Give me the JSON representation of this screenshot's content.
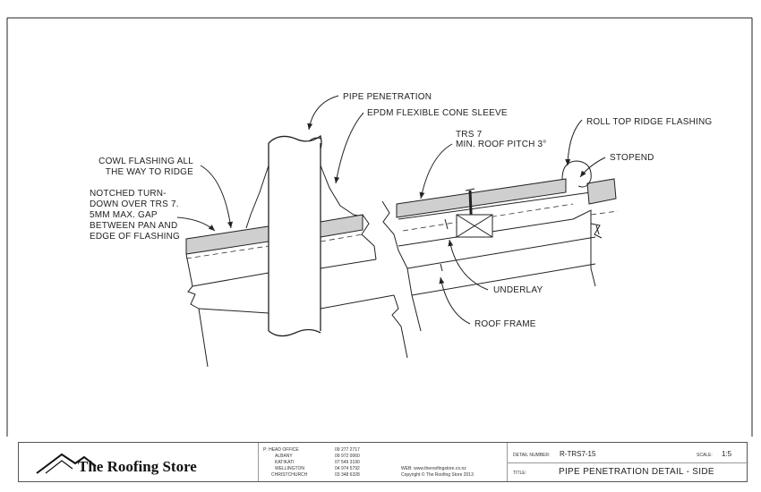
{
  "labels": {
    "pipe_penetration": "PIPE PENETRATION",
    "epdm_sleeve": "EPDM FLEXIBLE CONE SLEEVE",
    "roll_top": "ROLL TOP RIDGE FLASHING",
    "stopend": "STOPEND",
    "trs_line1": "TRS 7",
    "trs_line2": "MIN. ROOF PITCH 3°",
    "cowl_line1": "COWL FLASHING ALL",
    "cowl_line2": "THE WAY TO RIDGE",
    "notched_line1": "NOTCHED TURN-",
    "notched_line2": "DOWN OVER TRS 7.",
    "notched_line3": "5MM MAX. GAP",
    "notched_line4": "BETWEEN PAN AND",
    "notched_line5": "EDGE OF FLASHING",
    "underlay": "UNDERLAY",
    "roof_frame": "ROOF FRAME"
  },
  "title_block": {
    "company": "The Roofing Store",
    "contacts": [
      {
        "city": "P: HEAD OFFICE",
        "phone": "09 277 2717"
      },
      {
        "city": "ALBANY",
        "phone": "09 972 0060"
      },
      {
        "city": "KATIKATI",
        "phone": "07 549 3190"
      },
      {
        "city": "WELLINGTON",
        "phone": "04 974 5792"
      },
      {
        "city": "CHRISTCHURCH",
        "phone": "03 348 6328"
      }
    ],
    "web": "WEB: www.theroofingstore.co.nz",
    "copyright": "Copyright © The Roofing Store 2013",
    "detail_number_label": "DETAIL NUMBER:",
    "detail_number": "R-TRS7-15",
    "scale_label": "SCALE:",
    "scale": "1:5",
    "title_label": "TITLE:",
    "title": "PIPE PENETRATION DETAIL - SIDE"
  }
}
